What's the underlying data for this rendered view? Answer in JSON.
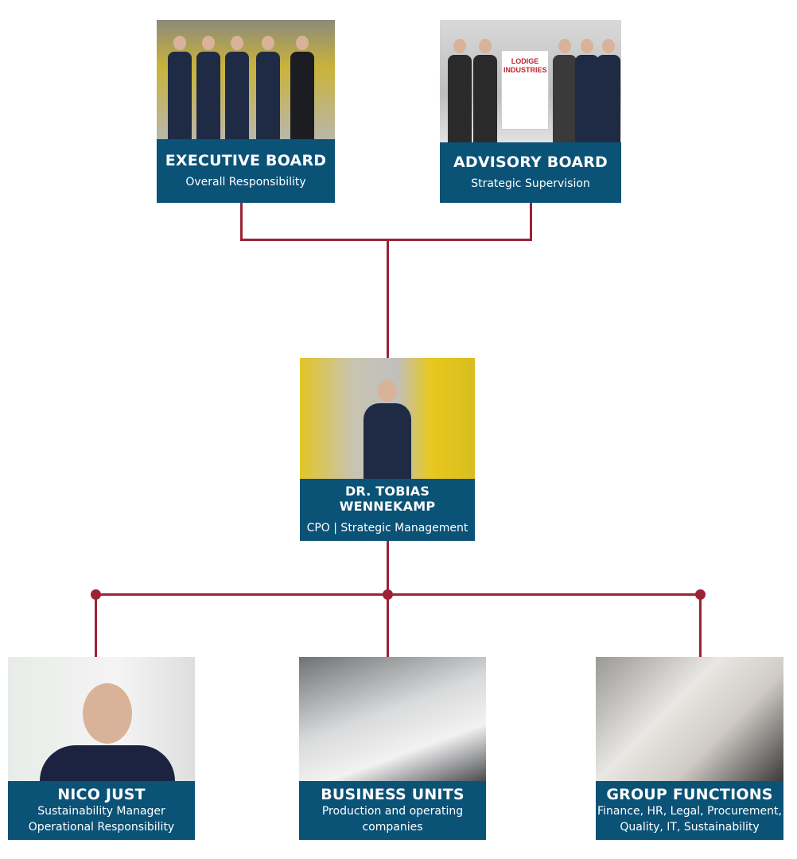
{
  "executive_board": {
    "title": "EXECUTIVE BOARD",
    "subtitle": "Overall Responsibility"
  },
  "advisory_board": {
    "title": "ADVISORY BOARD",
    "subtitle": "Strategic Supervision",
    "sign_text": "LODIGE INDUSTRIES"
  },
  "cpo": {
    "title": "DR. TOBIAS WENNEKAMP",
    "subtitle": "CPO | Strategic Management"
  },
  "nico": {
    "title": "NICO JUST",
    "subtitle_lines": [
      "Sustainability Manager",
      "Operational Responsibility"
    ]
  },
  "business_units": {
    "title": "BUSINESS UNITS",
    "subtitle_lines": [
      "Production and operating",
      "companies"
    ]
  },
  "group_functions": {
    "title": "GROUP FUNCTIONS",
    "subtitle_lines": [
      "Finance, HR, Legal, Procurement,",
      "Quality, IT, Sustainability"
    ]
  },
  "colors": {
    "box": "#0b5277",
    "connector": "#9b2335"
  }
}
